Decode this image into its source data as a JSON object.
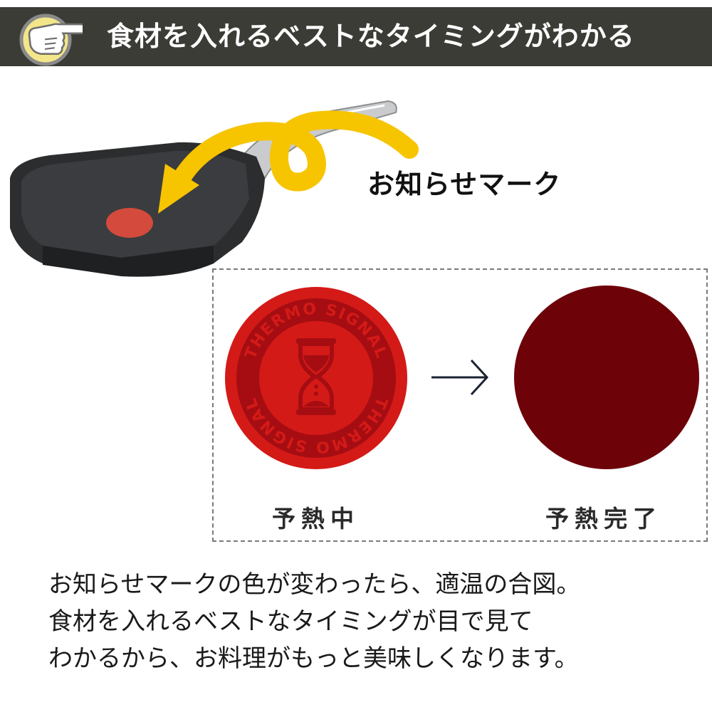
{
  "banner": {
    "title": "食材を入れるベストなタイミングがわかる",
    "icon": "pointing-hand-icon",
    "background_color": "#3c3c37",
    "badge_color": "#f3e68a"
  },
  "product": {
    "image": "square-frying-pan",
    "pointer_arrow": "curly-yellow-arrow-icon",
    "arrow_color": "#f7c400"
  },
  "callout": {
    "label": "お知らせマーク"
  },
  "comparison": {
    "before": {
      "badge_text_top": "THERMO SIGNAL",
      "badge_text_bottom": "THERMO SIGNAL",
      "icon": "hourglass-icon",
      "color": "#d41a17",
      "label": "予熱中"
    },
    "arrow": "right-arrow-icon",
    "after": {
      "color": "#6d0209",
      "label": "予熱完了"
    }
  },
  "description": {
    "lines": [
      "お知らせマークの色が変わったら、適温の合図。",
      "食材を入れるベストなタイミングが目で見て",
      "わかるから、お料理がもっと美味しくなります。"
    ]
  }
}
